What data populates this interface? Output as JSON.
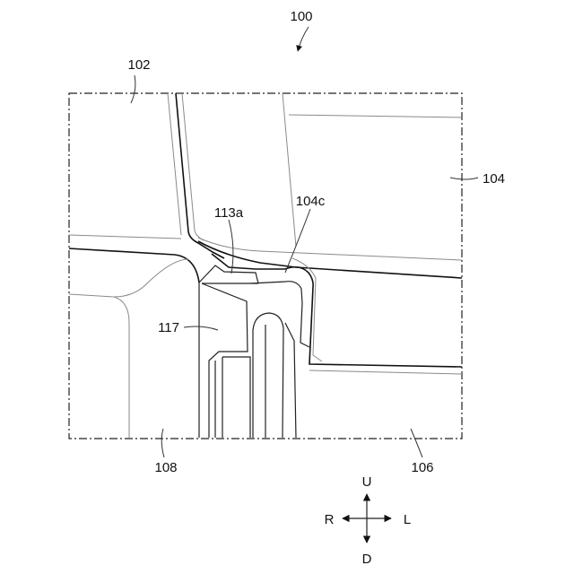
{
  "figure": {
    "assembly_ref": "100",
    "labels": {
      "part_102": "102",
      "part_104": "104",
      "part_104c": "104c",
      "part_113a": "113a",
      "part_117": "117",
      "part_108": "108",
      "part_106": "106"
    },
    "directions": {
      "up": "U",
      "down": "D",
      "right": "R",
      "left": "L"
    }
  }
}
